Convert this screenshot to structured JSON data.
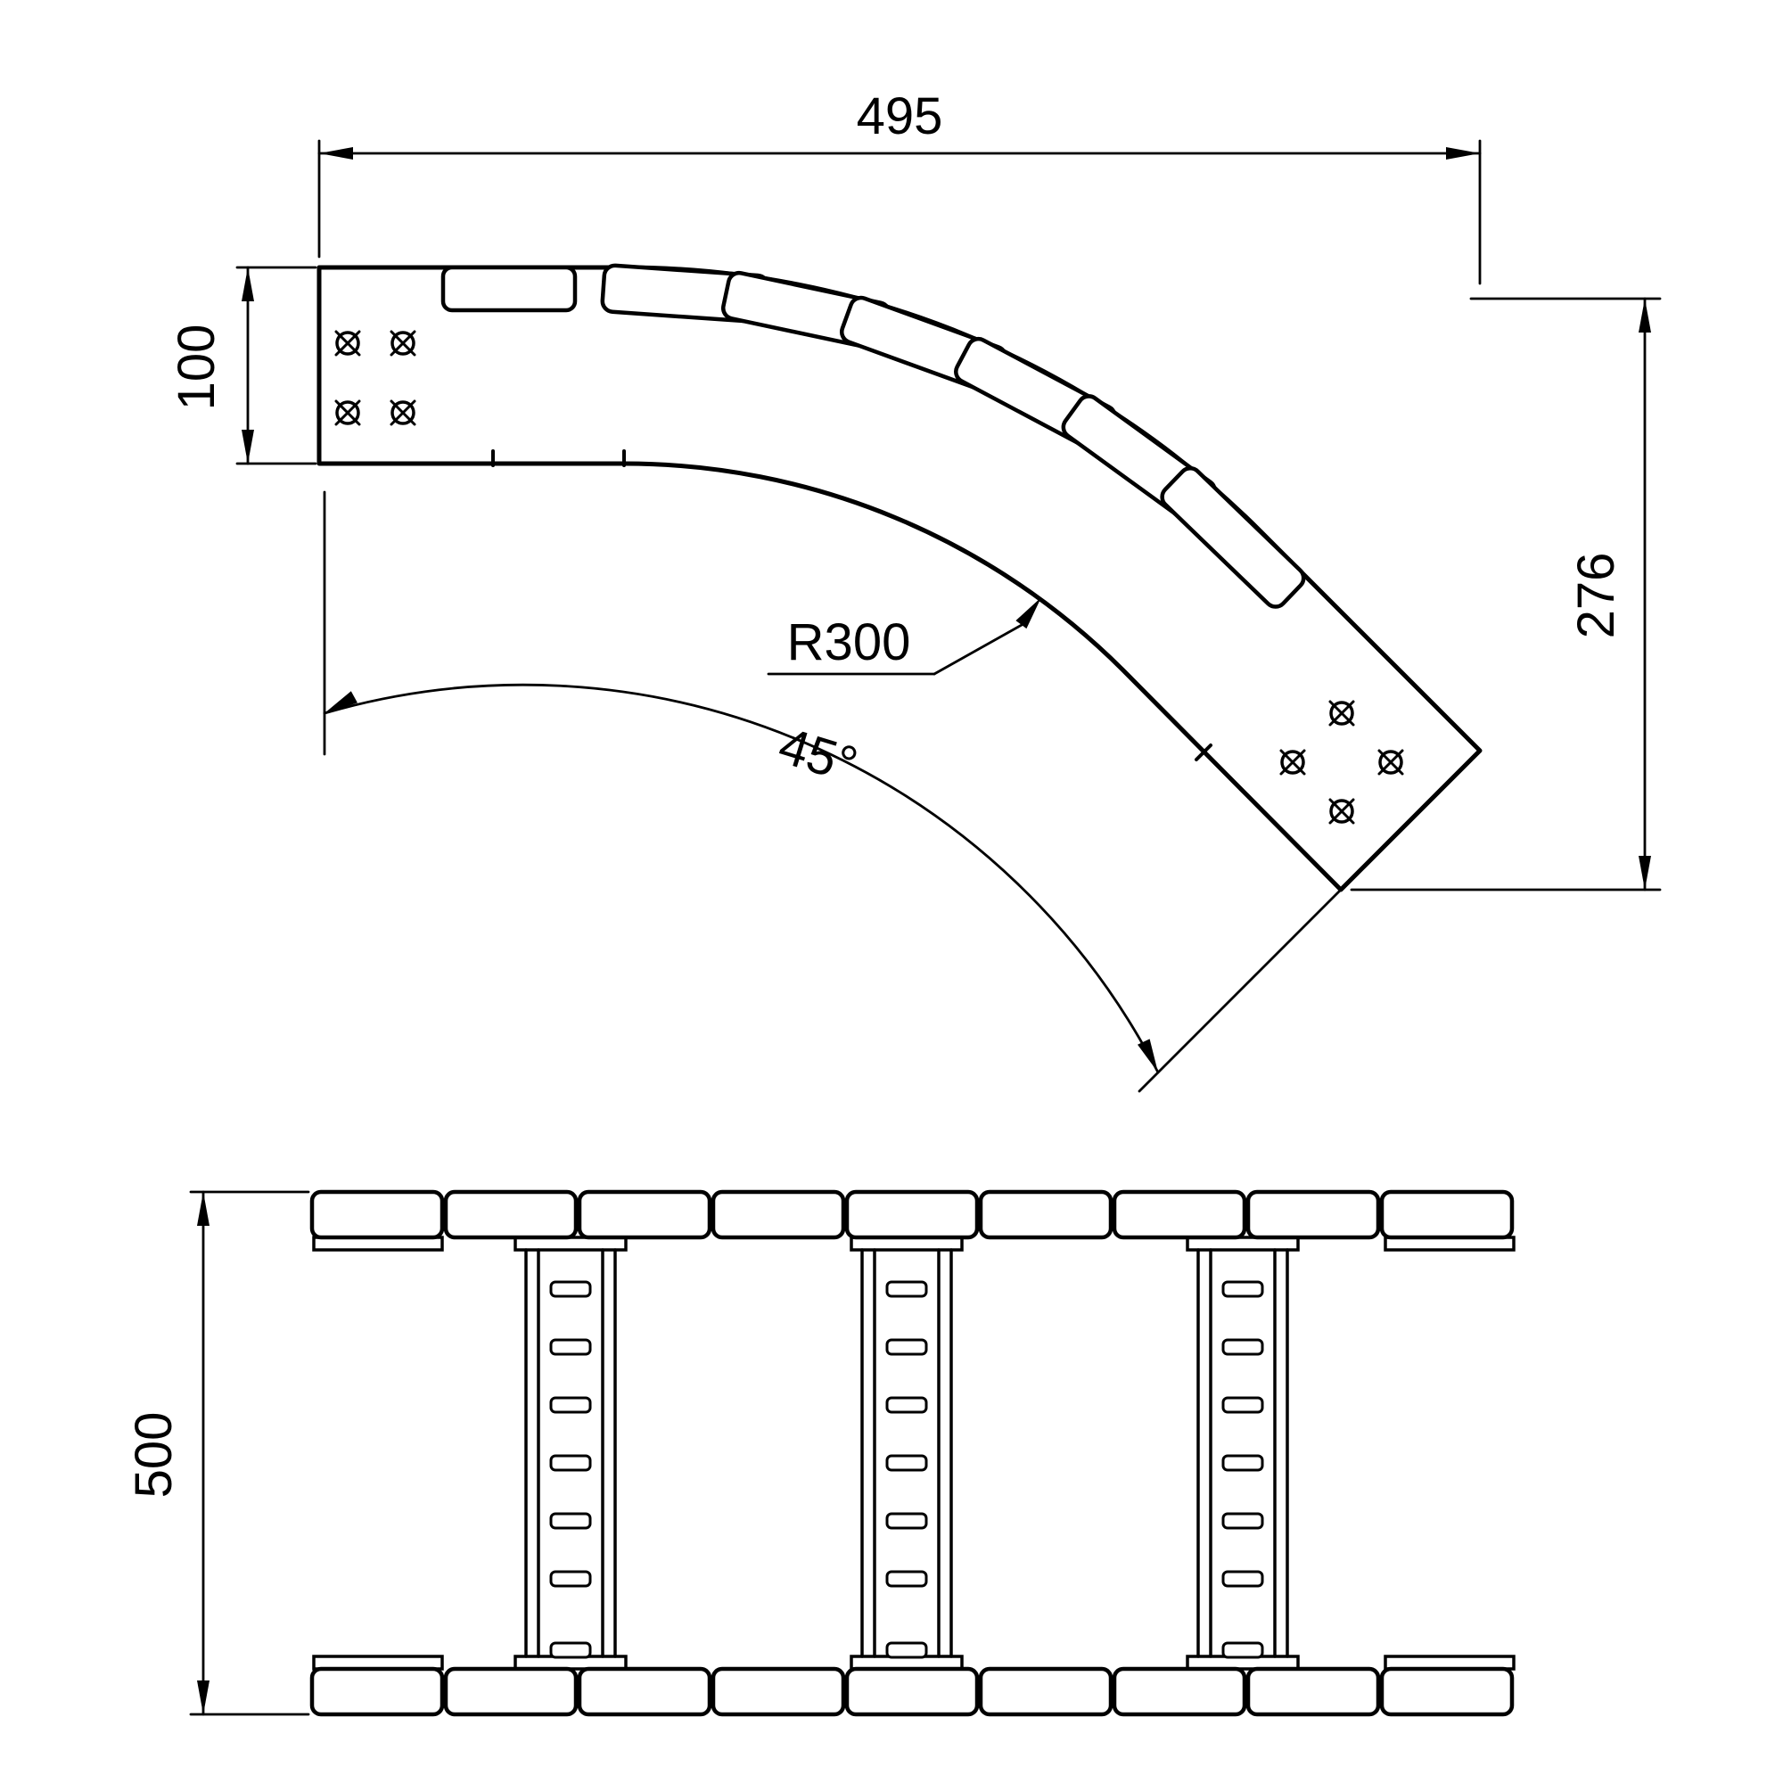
{
  "drawing": {
    "top_view": {
      "dim_width": "495",
      "dim_rail_height": "100",
      "dim_height": "276",
      "dim_radius": "R300",
      "dim_angle": "45°"
    },
    "bottom_view": {
      "dim_width": "500"
    },
    "colors": {
      "line": "#000000",
      "background": "#ffffff"
    }
  }
}
